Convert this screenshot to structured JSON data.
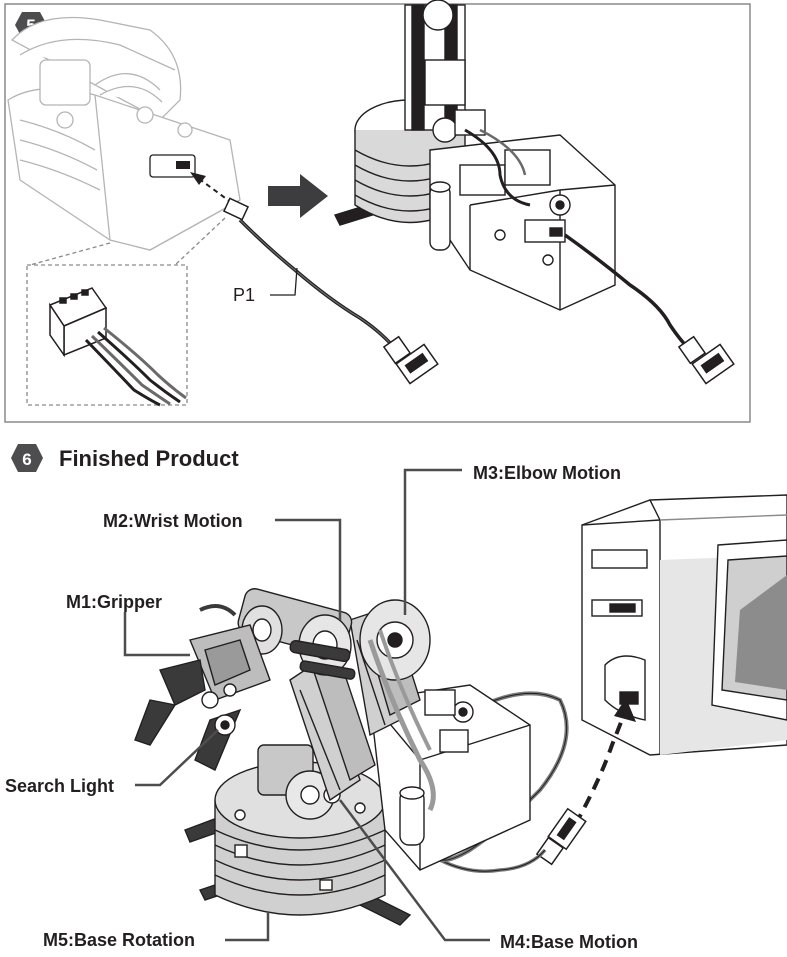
{
  "step5": {
    "number": "5",
    "cable_label": "P1"
  },
  "step6": {
    "number": "6",
    "title": "Finished Product"
  },
  "callouts": {
    "m3": "M3:Elbow Motion",
    "m2": "M2:Wrist Motion",
    "m1": "M1:Gripper",
    "search_light": "Search Light",
    "m5": "M5:Base Rotation",
    "m4": "M4:Base Motion"
  },
  "colors": {
    "step_badge": "#4d4d4f",
    "line": "#231f20",
    "ghost_line": "#b5b5b5",
    "panel_border": "#8a8a8a",
    "arrow": "#3d3d3f",
    "base_fill": "#d9d9d9",
    "arm_fill": "#c8c8c8",
    "cable": "#7a7a7a"
  }
}
